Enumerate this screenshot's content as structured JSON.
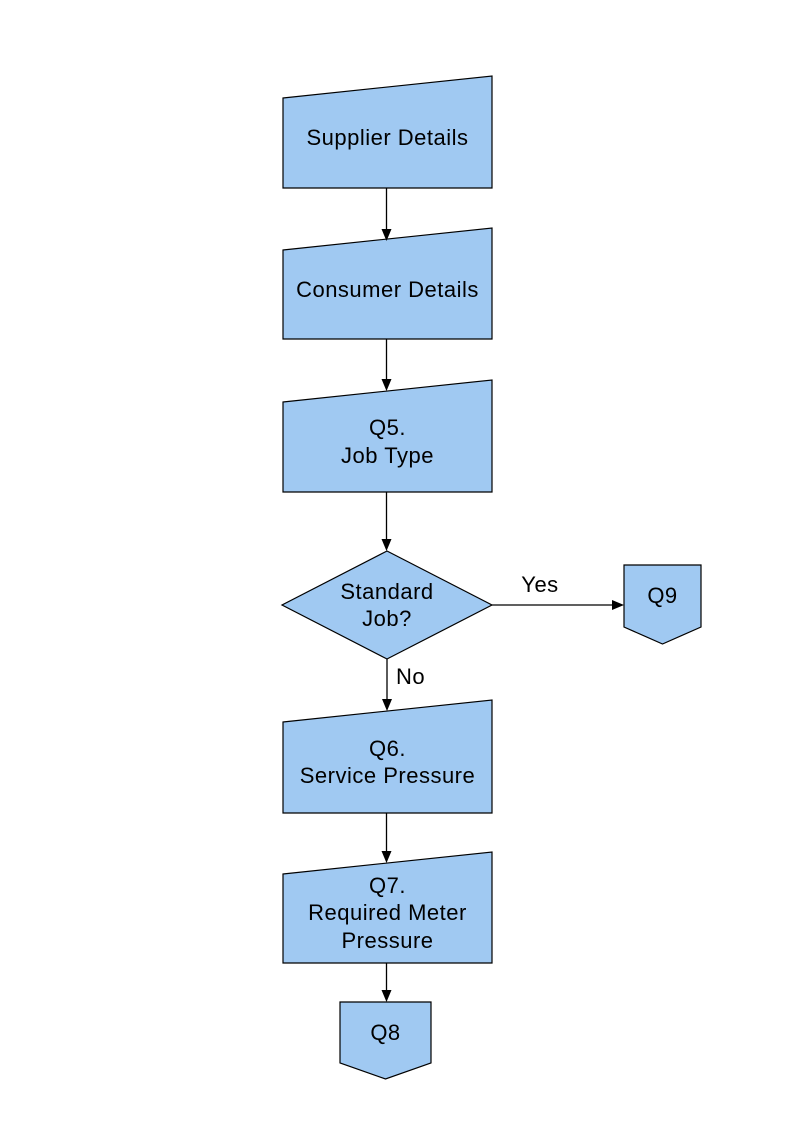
{
  "flowchart": {
    "style": {
      "shape_fill": "#A0C9F2",
      "shape_border": "#000000",
      "connector_color": "#000000",
      "text_color": "#000000",
      "background": "#FFFFFF"
    },
    "nodes": [
      {
        "id": "supplier-details",
        "type": "manual-input",
        "label": "Supplier Details"
      },
      {
        "id": "consumer-details",
        "type": "manual-input",
        "label": "Consumer Details"
      },
      {
        "id": "q5-job-type",
        "type": "manual-input",
        "label": "Q5.\nJob Type"
      },
      {
        "id": "standard-job-decision",
        "type": "decision",
        "label": "Standard\nJob?"
      },
      {
        "id": "q9-connector",
        "type": "off-page-connector",
        "label": "Q9"
      },
      {
        "id": "q6-service-pressure",
        "type": "manual-input",
        "label": "Q6.\nService Pressure"
      },
      {
        "id": "q7-required-meter-pressure",
        "type": "manual-input",
        "label": "Q7.\nRequired Meter\nPressure"
      },
      {
        "id": "q8-connector",
        "type": "off-page-connector",
        "label": "Q8"
      }
    ],
    "edges": [
      {
        "from": "supplier-details",
        "to": "consumer-details",
        "label": ""
      },
      {
        "from": "consumer-details",
        "to": "q5-job-type",
        "label": ""
      },
      {
        "from": "q5-job-type",
        "to": "standard-job-decision",
        "label": ""
      },
      {
        "from": "standard-job-decision",
        "to": "q9-connector",
        "label": "Yes"
      },
      {
        "from": "standard-job-decision",
        "to": "q6-service-pressure",
        "label": "No"
      },
      {
        "from": "q6-service-pressure",
        "to": "q7-required-meter-pressure",
        "label": ""
      },
      {
        "from": "q7-required-meter-pressure",
        "to": "q8-connector",
        "label": ""
      }
    ]
  }
}
